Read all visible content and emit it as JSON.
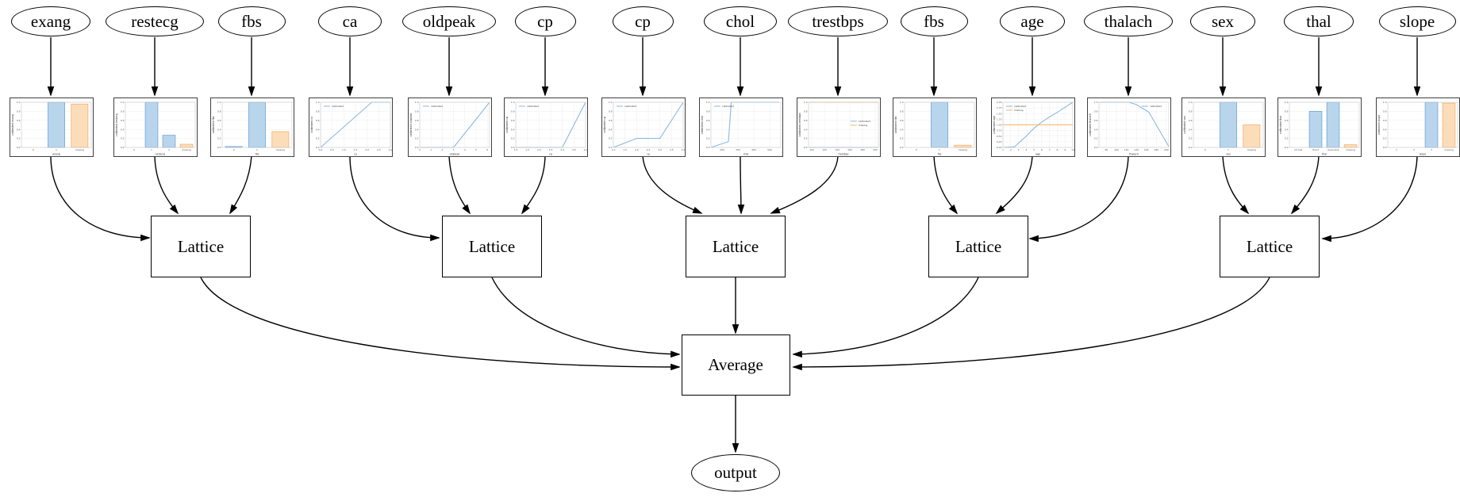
{
  "nodes": {
    "inputs": [
      "exang",
      "restecg",
      "fbs",
      "ca",
      "oldpeak",
      "cp",
      "cp",
      "chol",
      "trestbps",
      "fbs",
      "age",
      "thalach",
      "sex",
      "thal",
      "slope"
    ],
    "lattice_label": "Lattice",
    "average_label": "Average",
    "output_label": "output"
  },
  "connections": {
    "lattice_inputs": [
      [
        0,
        1,
        2
      ],
      [
        3,
        4,
        5
      ],
      [
        6,
        7,
        8
      ],
      [
        9,
        10,
        11
      ],
      [
        12,
        13,
        14
      ]
    ],
    "average_inputs": [
      0,
      1,
      2,
      3,
      4
    ],
    "output_from": "Average"
  },
  "legend_labels": {
    "calibrated": "calibrated",
    "missing": "missing"
  },
  "colors": {
    "bar_blue_fill": "#b9d5ec",
    "bar_blue_edge": "#5f9fd6",
    "bar_orange_fill": "#fcddba",
    "bar_orange_edge": "#f8a85f",
    "line_blue": "#89b9e2",
    "line_orange": "#f8b26a",
    "edge_line": "#000000",
    "chart_border": "#3f3f3f",
    "axis_frame": "#c9c9c9",
    "grid": "#eeeeee",
    "tick_text": "#555555"
  },
  "chart_data": [
    {
      "feature": "exang",
      "type": "bar",
      "xlabel": "exang",
      "ylabel": "calibrated exang",
      "categories": [
        "0",
        "1",
        "missing"
      ],
      "values": [
        0,
        1.0,
        0.96
      ],
      "bar_colors": [
        "blue",
        "blue",
        "orange"
      ],
      "ylim": [
        0,
        1
      ],
      "yticks": [
        0,
        0.2,
        0.4,
        0.6,
        0.8,
        1.0
      ],
      "ytick_labels": [
        "0.0",
        "0.2",
        "0.4",
        "0.6",
        "0.8",
        "1.0"
      ]
    },
    {
      "feature": "restecg",
      "type": "bar",
      "xlabel": "restecg",
      "ylabel": "calibrated restecg",
      "categories": [
        "0",
        "1",
        "2",
        "missing"
      ],
      "values": [
        0,
        1.0,
        0.27,
        0.07
      ],
      "bar_colors": [
        "blue",
        "blue",
        "blue",
        "orange"
      ],
      "ylim": [
        0,
        1
      ],
      "yticks": [
        0,
        0.2,
        0.4,
        0.6,
        0.8,
        1.0
      ],
      "ytick_labels": [
        "0.0",
        "0.2",
        "0.4",
        "0.6",
        "0.8",
        "1.0"
      ]
    },
    {
      "feature": "fbs",
      "type": "bar",
      "xlabel": "fbs",
      "ylabel": "calibrated fbs",
      "categories": [
        "0",
        "1",
        "missing"
      ],
      "values": [
        0.02,
        1.0,
        0.35
      ],
      "bar_colors": [
        "blue",
        "blue",
        "orange"
      ],
      "ylim": [
        0,
        1
      ],
      "yticks": [
        0,
        0.2,
        0.4,
        0.6,
        0.8,
        1.0
      ],
      "ytick_labels": [
        "0.0",
        "0.2",
        "0.4",
        "0.6",
        "0.8",
        "1.0"
      ]
    },
    {
      "feature": "ca",
      "type": "line",
      "xlabel": "ca",
      "ylabel": "calibrated ca",
      "legend": "top-left",
      "xlim": [
        0,
        3
      ],
      "xticks": [
        0,
        0.5,
        1,
        1.5,
        2,
        2.5,
        3
      ],
      "xtick_labels": [
        "0.0",
        "0.5",
        "1.0",
        "1.5",
        "2.0",
        "2.5",
        "3.0"
      ],
      "ylim": [
        0,
        1
      ],
      "yticks": [
        0,
        0.2,
        0.4,
        0.6,
        0.8,
        1.0
      ],
      "ytick_labels": [
        "0.0",
        "0.2",
        "0.4",
        "0.6",
        "0.8",
        "1.0"
      ],
      "series": [
        {
          "name": "calibrated",
          "color": "blue",
          "x": [
            0,
            2.2,
            3
          ],
          "y": [
            0,
            1,
            1
          ]
        }
      ]
    },
    {
      "feature": "oldpeak",
      "type": "line",
      "xlabel": "oldpeak",
      "ylabel": "calibrated oldpeak",
      "legend": "top-left",
      "xlim": [
        0,
        6.2
      ],
      "xticks": [
        0,
        1,
        2,
        3,
        4,
        5,
        6
      ],
      "xtick_labels": [
        "0",
        "1",
        "2",
        "3",
        "4",
        "5",
        "6"
      ],
      "ylim": [
        0,
        1
      ],
      "yticks": [
        0,
        0.2,
        0.4,
        0.6,
        0.8,
        1.0
      ],
      "ytick_labels": [
        "0.0",
        "0.2",
        "0.4",
        "0.6",
        "0.8",
        "1.0"
      ],
      "series": [
        {
          "name": "calibrated",
          "color": "blue",
          "x": [
            0,
            3,
            6.2
          ],
          "y": [
            0,
            0,
            1
          ]
        }
      ]
    },
    {
      "feature": "cp",
      "type": "line",
      "xlabel": "cp",
      "ylabel": "calibrated cp",
      "legend": "top-left",
      "xlim": [
        1,
        4
      ],
      "xticks": [
        1,
        1.5,
        2,
        2.5,
        3,
        3.5,
        4
      ],
      "xtick_labels": [
        "1.0",
        "1.5",
        "2.0",
        "2.5",
        "3.0",
        "3.5",
        "4.0"
      ],
      "ylim": [
        0,
        1
      ],
      "yticks": [
        0,
        0.2,
        0.4,
        0.6,
        0.8,
        1.0
      ],
      "ytick_labels": [
        "0.0",
        "0.2",
        "0.4",
        "0.6",
        "0.8",
        "1.0"
      ],
      "series": [
        {
          "name": "calibrated",
          "color": "blue",
          "x": [
            1,
            3,
            4
          ],
          "y": [
            0,
            0,
            1
          ]
        }
      ]
    },
    {
      "feature": "cp",
      "type": "line",
      "xlabel": "cp",
      "ylabel": "calibrated cp",
      "legend": "top-left",
      "xlim": [
        1,
        4
      ],
      "xticks": [
        1,
        1.5,
        2,
        2.5,
        3,
        3.5,
        4
      ],
      "xtick_labels": [
        "1.0",
        "1.5",
        "2.0",
        "2.5",
        "3.0",
        "3.5",
        "4.0"
      ],
      "ylim": [
        0,
        1
      ],
      "yticks": [
        0,
        0.2,
        0.4,
        0.6,
        0.8,
        1.0
      ],
      "ytick_labels": [
        "0.0",
        "0.2",
        "0.4",
        "0.6",
        "0.8",
        "1.0"
      ],
      "series": [
        {
          "name": "calibrated",
          "color": "blue",
          "x": [
            1,
            2,
            3,
            4
          ],
          "y": [
            0,
            0.2,
            0.2,
            1
          ]
        }
      ]
    },
    {
      "feature": "chol",
      "type": "line",
      "xlabel": "chol",
      "ylabel": "calibrated chol",
      "legend": "top-left",
      "xlim": [
        130,
        570
      ],
      "xticks": [
        200,
        300,
        400,
        500
      ],
      "xtick_labels": [
        "200",
        "300",
        "400",
        "500"
      ],
      "ylim": [
        0,
        1
      ],
      "yticks": [
        0,
        0.2,
        0.4,
        0.6,
        0.8,
        1.0
      ],
      "ytick_labels": [
        "0.0",
        "0.2",
        "0.4",
        "0.6",
        "0.8",
        "1.0"
      ],
      "series": [
        {
          "name": "calibrated",
          "color": "blue",
          "x": [
            130,
            240,
            258,
            560
          ],
          "y": [
            0,
            0.13,
            1,
            1
          ]
        }
      ]
    },
    {
      "feature": "trestbps",
      "type": "line",
      "xlabel": "trestbps",
      "ylabel": "calibrated trestbps",
      "legend": "right",
      "xlim": [
        95,
        205
      ],
      "xticks": [
        100,
        120,
        140,
        160,
        180,
        200
      ],
      "xtick_labels": [
        "100",
        "120",
        "140",
        "160",
        "180",
        "200"
      ],
      "ylim": [
        0,
        1
      ],
      "yticks": [
        0,
        0.2,
        0.4,
        0.6,
        0.8,
        1.0
      ],
      "ytick_labels": [
        "0.0",
        "0.2",
        "0.4",
        "0.6",
        "0.8",
        "1.0"
      ],
      "series": [
        {
          "name": "calibrated",
          "color": "blue",
          "x": [
            95,
            205
          ],
          "y": [
            0,
            0
          ]
        },
        {
          "name": "missing",
          "color": "orange",
          "x": [
            95,
            205
          ],
          "y": [
            1,
            1
          ]
        }
      ]
    },
    {
      "feature": "fbs",
      "type": "bar",
      "xlabel": "fbs",
      "ylabel": "calibrated fbs",
      "categories": [
        "0",
        "1",
        "missing"
      ],
      "values": [
        0,
        1.0,
        0.05
      ],
      "bar_colors": [
        "blue",
        "blue",
        "orange"
      ],
      "ylim": [
        0,
        1
      ],
      "yticks": [
        0,
        0.2,
        0.4,
        0.6,
        0.8,
        1.0
      ],
      "ytick_labels": [
        "0.0",
        "0.2",
        "0.4",
        "0.6",
        "0.8",
        "1.0"
      ]
    },
    {
      "feature": "age",
      "type": "line",
      "xlabel": "age",
      "ylabel": "calibrated age",
      "legend": "top-left",
      "xlim": [
        1,
        10
      ],
      "xticks": [
        1,
        2,
        3,
        4,
        5,
        6,
        7,
        8,
        9,
        10
      ],
      "xtick_labels": [
        "1",
        "2",
        "3",
        "4",
        "5",
        "6",
        "7",
        "8",
        "9",
        "10"
      ],
      "ylim": [
        0,
        2
      ],
      "yticks": [
        0,
        0.25,
        0.5,
        0.75,
        1.0,
        1.25,
        1.5,
        1.75,
        2.0
      ],
      "ytick_labels": [
        "0.00",
        "0.25",
        "0.50",
        "0.75",
        "1.00",
        "1.25",
        "1.50",
        "1.75",
        "2.00"
      ],
      "series": [
        {
          "name": "calibrated",
          "color": "blue",
          "x": [
            1,
            2.5,
            4,
            5,
            6,
            7,
            8,
            9,
            10
          ],
          "y": [
            0,
            0.03,
            0.5,
            0.85,
            1.12,
            1.35,
            1.55,
            1.78,
            2.0
          ]
        },
        {
          "name": "missing",
          "color": "orange",
          "x": [
            1,
            10
          ],
          "y": [
            1,
            1
          ]
        }
      ]
    },
    {
      "feature": "thalach",
      "type": "line",
      "xlabel": "thalach",
      "ylabel": "calibrated thalach",
      "legend": "top-right",
      "xlim": [
        65,
        205
      ],
      "xticks": [
        80,
        100,
        120,
        140,
        160,
        180,
        200
      ],
      "xtick_labels": [
        "80",
        "100",
        "120",
        "140",
        "160",
        "180",
        "200"
      ],
      "ylim": [
        0,
        1
      ],
      "yticks": [
        0,
        0.2,
        0.4,
        0.6,
        0.8,
        1.0
      ],
      "ytick_labels": [
        "0.0",
        "0.2",
        "0.4",
        "0.6",
        "0.8",
        "1.0"
      ],
      "series": [
        {
          "name": "calibrated",
          "color": "blue",
          "x": [
            65,
            125,
            140,
            165,
            205
          ],
          "y": [
            1,
            1,
            0.95,
            0.78,
            0.02
          ]
        }
      ]
    },
    {
      "feature": "sex",
      "type": "bar",
      "xlabel": "sex",
      "ylabel": "calibrated sex",
      "categories": [
        "0",
        "1",
        "missing"
      ],
      "values": [
        0,
        1.0,
        0.5
      ],
      "bar_colors": [
        "blue",
        "blue",
        "orange"
      ],
      "ylim": [
        0,
        1
      ],
      "yticks": [
        0,
        0.2,
        0.4,
        0.6,
        0.8,
        1.0
      ],
      "ytick_labels": [
        "0.0",
        "0.2",
        "0.4",
        "0.6",
        "0.8",
        "1.0"
      ]
    },
    {
      "feature": "thal",
      "type": "bar",
      "xlabel": "thal",
      "ylabel": "calibrated thal",
      "categories": [
        "normal",
        "fixed",
        "reversible",
        "missing"
      ],
      "values": [
        0,
        0.8,
        1.0,
        0.06
      ],
      "bar_colors": [
        "blue",
        "blue",
        "blue",
        "orange"
      ],
      "ylim": [
        0,
        1
      ],
      "yticks": [
        0,
        0.2,
        0.4,
        0.6,
        0.8,
        1.0
      ],
      "ytick_labels": [
        "0.0",
        "0.2",
        "0.4",
        "0.6",
        "0.8",
        "1.0"
      ]
    },
    {
      "feature": "slope",
      "type": "bar",
      "xlabel": "slope",
      "ylabel": "calibrated slope",
      "categories": [
        "1",
        "2",
        "3",
        "missing"
      ],
      "values": [
        0,
        0,
        1.0,
        0.98
      ],
      "bar_colors": [
        "blue",
        "blue",
        "blue",
        "orange"
      ],
      "ylim": [
        0,
        1
      ],
      "yticks": [
        0,
        0.2,
        0.4,
        0.6,
        0.8,
        1.0
      ],
      "ytick_labels": [
        "0.0",
        "0.2",
        "0.4",
        "0.6",
        "0.8",
        "1.0"
      ]
    }
  ]
}
